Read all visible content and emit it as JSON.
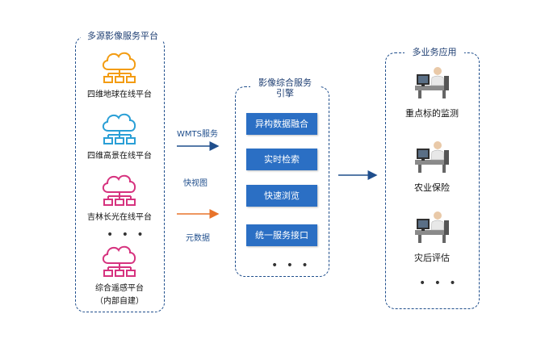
{
  "sources": {
    "title": "多源影像服务平台",
    "items": [
      {
        "label": "四维地球在线平台",
        "color": "#f39c12"
      },
      {
        "label": "四维高景在线平台",
        "color": "#2a9fd6"
      },
      {
        "label": "吉林长光在线平台",
        "color": "#d6337f"
      },
      {
        "label": "综合遥感平台",
        "sublabel": "（内部自建）",
        "color": "#d6337f"
      }
    ],
    "ellipsis": "• • •"
  },
  "links": {
    "wmts_label": "WMTS服务",
    "quickview_label": "快视图",
    "metadata_label": "元数据",
    "wmts_color": "#1f4e8c",
    "metadata_color": "#e8732a"
  },
  "engine": {
    "title_line1": "影像综合服务",
    "title_line2": "引擎",
    "buttons": [
      "异构数据融合",
      "实时检索",
      "快速浏览",
      "统一服务接口"
    ],
    "ellipsis": "• • •",
    "button_color": "#2b6fc4"
  },
  "apps": {
    "title": "多业务应用",
    "items": [
      "重点标的监测",
      "农业保险",
      "灾后评估"
    ],
    "ellipsis": "• • •"
  }
}
